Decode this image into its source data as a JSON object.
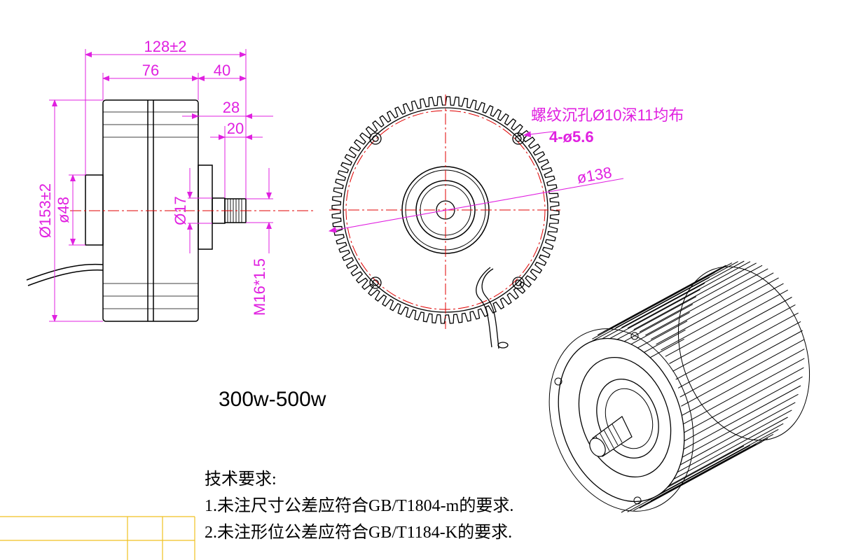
{
  "side_view": {
    "dim_overall": "128±2",
    "dim_body": "76",
    "dim_shaft_total": "40",
    "dim_shaft_28": "28",
    "dim_shaft_20": "20",
    "dim_outer_dia": "Ø153±2",
    "dim_hub_dia": "ø48",
    "dim_shaft_dia": "Ø17",
    "dim_thread": "M16*1.5"
  },
  "front_view": {
    "thread_holes_note": "螺纹沉孔Ø10深11均布",
    "holes_note": "4-ø5.6",
    "pcd_note": "ø138"
  },
  "power_range": "300w-500w",
  "requirements": {
    "title": "技术要求:",
    "items": [
      "1.未注尺寸公差应符合GB/T1804-m的要求.",
      "2.未注形位公差应符合GB/T1184-K的要求."
    ]
  },
  "colors": {
    "dimension": "#e020e0",
    "centerline": "#e00000",
    "outline": "#000000",
    "title_block": "#f0c020"
  }
}
